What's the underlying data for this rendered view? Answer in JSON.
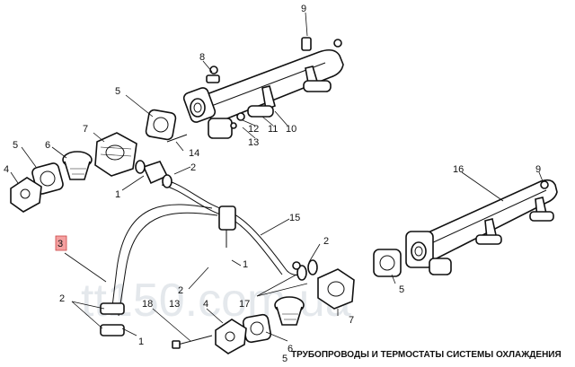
{
  "caption": "ТРУБОПРОВОДЫ И ТЕРМОСТАТЫ СИСТЕМЫ ОХЛАЖДЕНИЯ",
  "watermark": "tt150.com.ua",
  "highlight_color": "#f4a0a0",
  "labels": {
    "p9a": "9",
    "p8": "8",
    "p5a": "5",
    "p7a": "7",
    "p12": "12",
    "p11": "11",
    "p10": "10",
    "p13a": "13",
    "p14": "14",
    "p5b": "5",
    "p6": "6",
    "p4a": "4",
    "p2a": "2",
    "p1a": "1",
    "p16": "16",
    "p9b": "9",
    "p15": "15",
    "p3": "3",
    "p2b": "2",
    "p1b": "1",
    "p2c": "2",
    "p5c": "5",
    "p17": "17",
    "p2d": "2",
    "p18": "18",
    "p13b": "13",
    "p4b": "4",
    "p7b": "7",
    "p6b": "6",
    "p5d": "5",
    "p1c": "1"
  }
}
